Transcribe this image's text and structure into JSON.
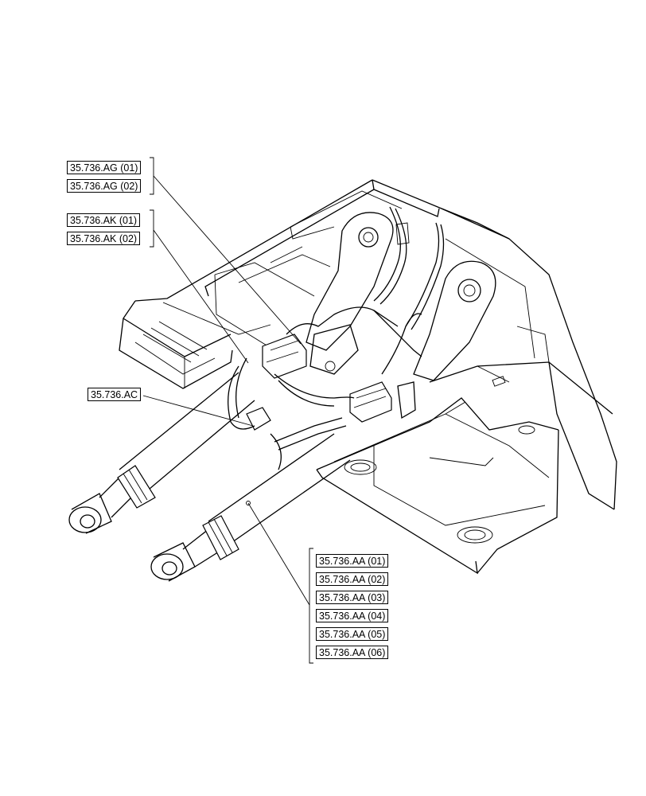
{
  "callouts": {
    "ag": [
      "35.736.AG (01)",
      "35.736.AG (02)"
    ],
    "ak": [
      "35.736.AK (01)",
      "35.736.AK (02)"
    ],
    "ac": "35.736.AC",
    "aa": [
      "35.736.AA (01)",
      "35.736.AA (02)",
      "35.736.AA (03)",
      "35.736.AA (04)",
      "35.736.AA (05)",
      "35.736.AA (06)"
    ]
  }
}
